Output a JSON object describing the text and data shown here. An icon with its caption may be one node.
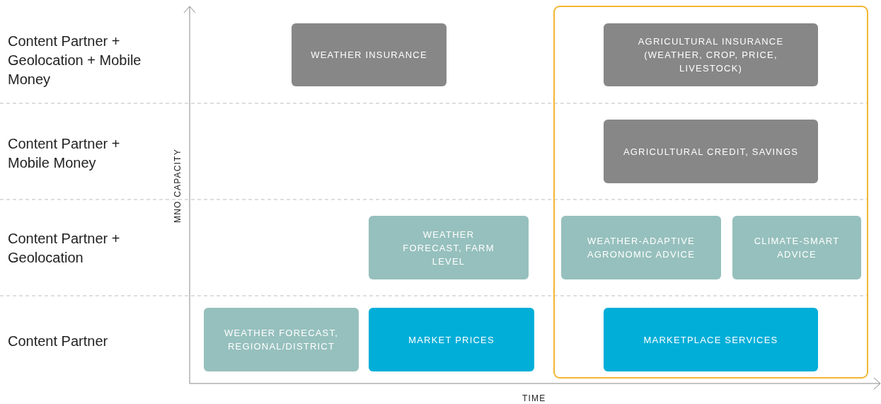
{
  "diagram": {
    "nodes": [
      {
        "text": [
          "WEATHER INSURANCE"
        ]
      },
      {
        "text": [
          "AGRICULTURAL INSURANCE (WEATHER, CROP, PRICE, LIVESTOCK)"
        ]
      },
      {
        "text": [
          "AGRICULTURAL CREDIT, SAVINGS"
        ]
      },
      {
        "text": [
          "WEATHER FORECAST, FARM LEVEL"
        ]
      },
      {
        "text": [
          "WEATHER-ADAPTIVE AGRONOMIC ADVICE"
        ]
      },
      {
        "text": [
          "CLIMATE-SMART ADVICE"
        ]
      },
      {
        "text": [
          "WEATHER FORECAST, REGIONAL/DISTRICT"
        ]
      },
      {
        "text": [
          "MARKET PRICES"
        ]
      },
      {
        "text": [
          "MARKETPLACE SERVICES"
        ]
      }
    ],
    "labels": [
      "Content Partner + Geolocation + Mobile Money",
      "Content Partner + Mobile Money",
      "Content Partner + Geolocation",
      "Content Partner",
      "MNO CAPACITY",
      "TIME"
    ]
  }
}
